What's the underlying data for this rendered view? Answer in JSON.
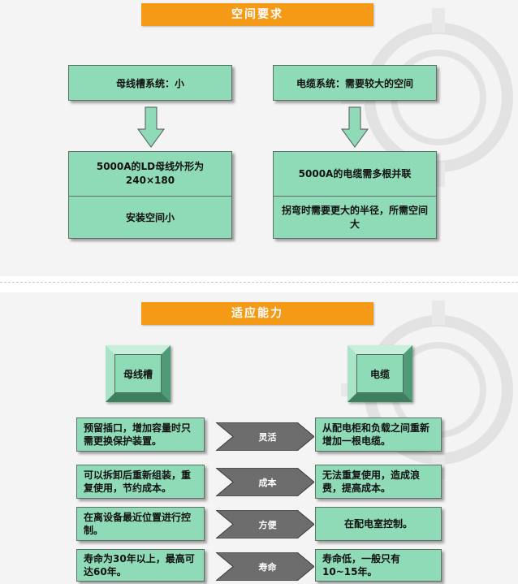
{
  "colors": {
    "header": "#f59a16",
    "box_fill": "#8fdbb8",
    "chevron": "#6d6d6d"
  },
  "space": {
    "title": "空间要求",
    "busway_label": "母线槽系统：小",
    "cable_label": "电缆系统：需要较大的空间",
    "busway_detail": [
      "5000A的LD母线外形为240×180",
      "安装空间小"
    ],
    "cable_detail": [
      "5000A的电缆需多根并联",
      "拐弯时需要更大的半径，所需空间大"
    ]
  },
  "adapt": {
    "title": "适应能力",
    "busway_label": "母线槽",
    "cable_label": "电缆",
    "rows": [
      {
        "left": "预留插口，增加容量时只需更换保护装置。",
        "label": "灵活",
        "right": "从配电柜和负载之间重新增加一根电缆。"
      },
      {
        "left": "可以拆卸后重新组装，重复使用，节约成本。",
        "label": "成本",
        "right": "无法重复使用，造成浪费，提高成本。"
      },
      {
        "left": "在离设备最近位置进行控制。",
        "label": "方便",
        "right": "在配电室控制。"
      },
      {
        "left": "寿命为30年以上，最高可达60年。",
        "label": "寿命",
        "right": "寿命低，一般只有10~15年。"
      }
    ]
  }
}
